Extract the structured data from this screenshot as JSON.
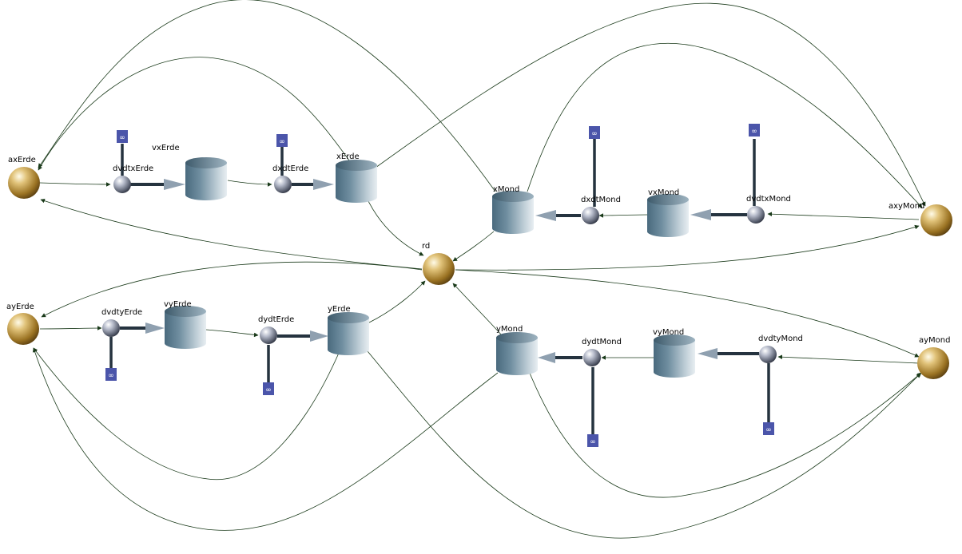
{
  "diagram": {
    "labels": {
      "axErde": "axErde",
      "ayErde": "ayErde",
      "axyMond": "axyMond",
      "ayMond": "ayMond",
      "rd": "rd",
      "dvdtxErde": "dvdtxErde",
      "dvdtyErde": "dvdtyErde",
      "dxdtErde": "dxdtErde",
      "dydtErde": "dydtErde",
      "vxErde": "vxErde",
      "vyErde": "vyErde",
      "xErde": "xErde",
      "yErde": "yErde",
      "xMond": "xMond",
      "yMond": "yMond",
      "dxdtMond": "dxdtMond",
      "dydtMond": "dydtMond",
      "vxMond": "vxMond",
      "vyMond": "vyMond",
      "dvdtxMond": "dvdtxMond",
      "dvdtyMond": "dvdtyMond",
      "cloud": "∞"
    },
    "colors": {
      "aux_sphere": "#b8923a",
      "flow_valve": "#a6acbc",
      "stock": "#5d7a8c",
      "cloud": "#4b55aa",
      "link": "#1a3a1a",
      "pipe": "#25333f"
    }
  }
}
